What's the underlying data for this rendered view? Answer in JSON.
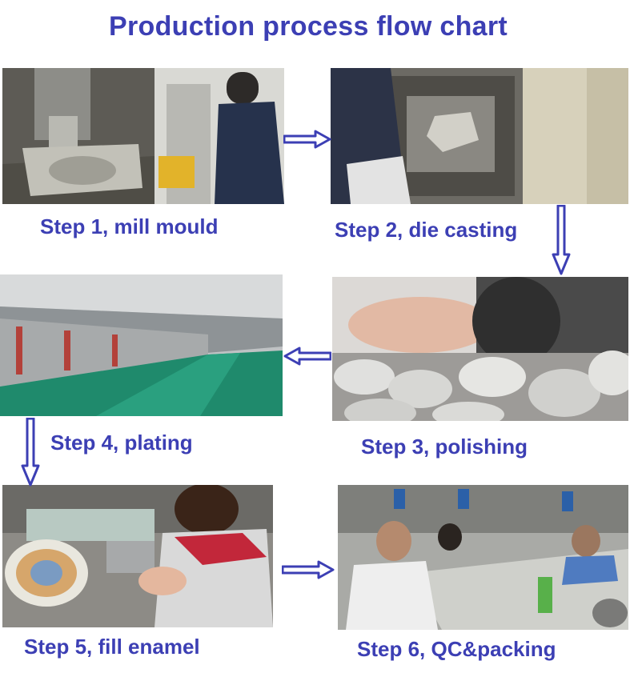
{
  "title": "Production process flow chart",
  "steps": [
    {
      "label": "Step 1, mill mould",
      "photo": "milling-machine-photo"
    },
    {
      "label": "Step 2, die casting",
      "photo": "die-casting-mould-photo"
    },
    {
      "label": "Step 3, polishing",
      "photo": "polishing-coins-photo"
    },
    {
      "label": "Step 4, plating",
      "photo": "plating-line-photo"
    },
    {
      "label": "Step 5, fill enamel",
      "photo": "enamel-filling-photo"
    },
    {
      "label": "Step 6, QC&packing",
      "photo": "qc-packing-workers-photo"
    }
  ],
  "colors": {
    "accent": "#3c3fb4",
    "arrow_outline": "#3c3fb4"
  }
}
